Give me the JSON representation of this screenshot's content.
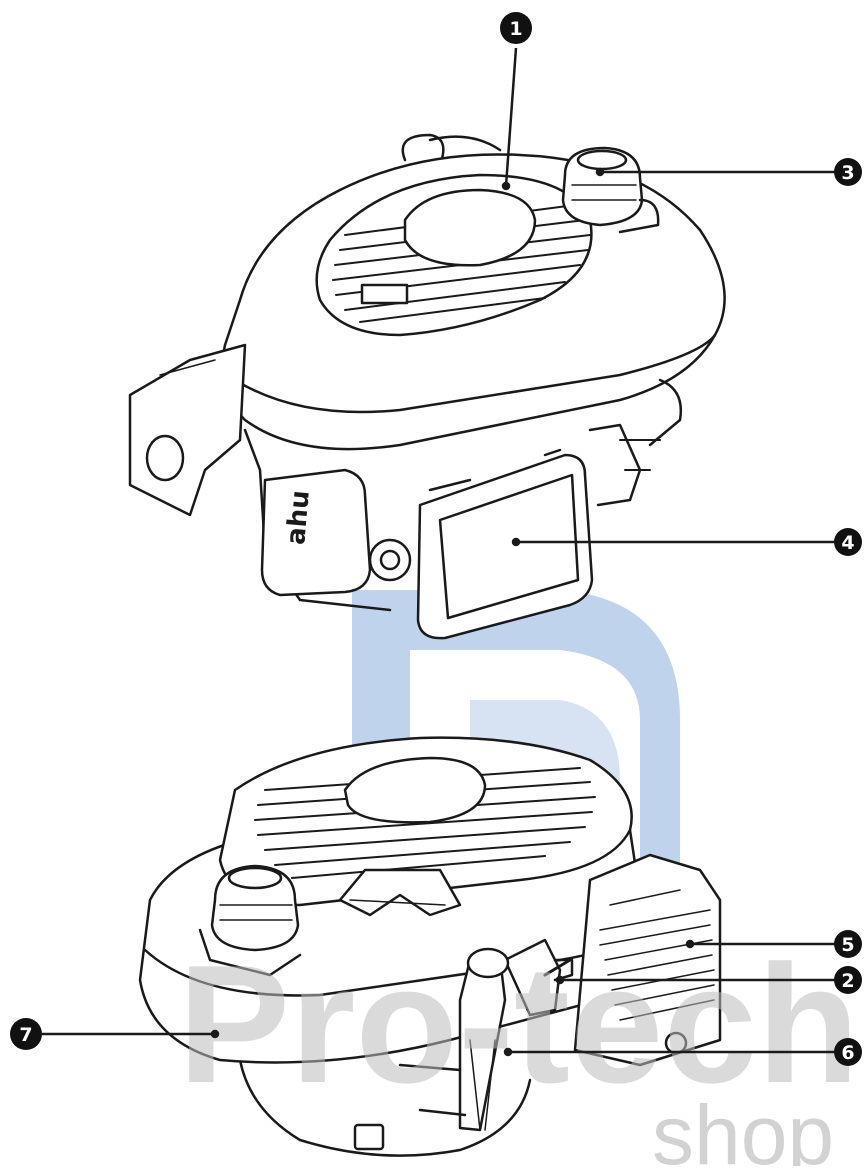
{
  "watermark": {
    "line1": "Pro-tech",
    "line2": "shop",
    "color": "#2f6fbf",
    "text_color": "#c9c9c9"
  },
  "callouts": [
    {
      "number": "1",
      "target": "engine-cover"
    },
    {
      "number": "2",
      "target": "throttle-lever"
    },
    {
      "number": "3",
      "target": "fuel-cap"
    },
    {
      "number": "4",
      "target": "air-filter"
    },
    {
      "number": "5",
      "target": "muffler"
    },
    {
      "number": "6",
      "target": "oil-dipstick"
    },
    {
      "number": "7",
      "target": "fuel-tank"
    }
  ],
  "labels": {
    "engine_brand": "ahu"
  },
  "colors": {
    "line": "#1a1a1a",
    "callout_fill": "#111111"
  }
}
